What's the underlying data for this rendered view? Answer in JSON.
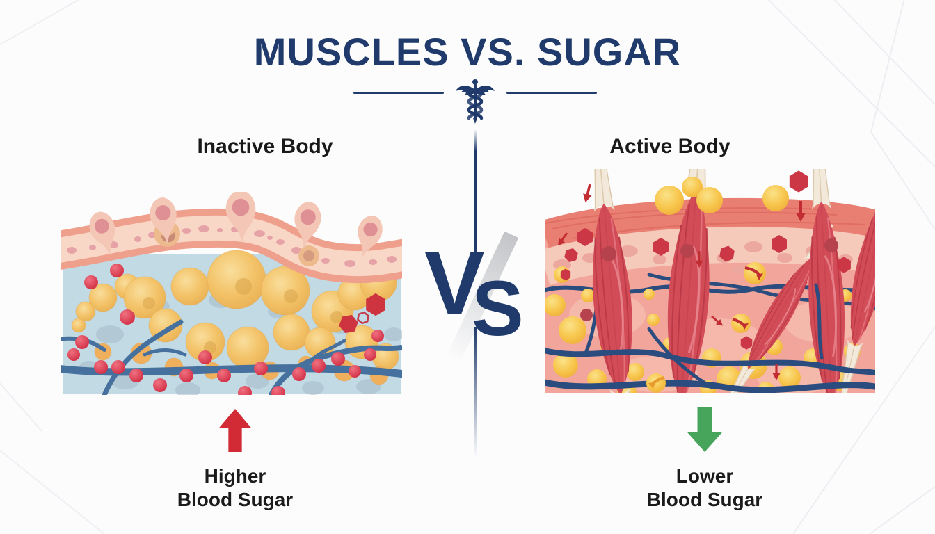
{
  "header": {
    "title": "MUSCLES VS. SUGAR"
  },
  "divider": {
    "v": "V",
    "s": "S"
  },
  "left_panel": {
    "heading": "Inactive Body",
    "footer_line1": "Higher",
    "footer_line2": "Blood Sugar"
  },
  "right_panel": {
    "heading": "Active Body",
    "footer_line1": "Lower",
    "footer_line2": "Blood Sugar"
  },
  "icons": {
    "caduceus": "caduceus-icon",
    "left_footer_arrow": "up-arrow-icon",
    "right_footer_arrow": "down-arrow-icon"
  },
  "colors": {
    "accent_navy": "#1F3A6B",
    "higher_arrow_red": "#D22B35",
    "lower_arrow_green": "#47A45B",
    "fat_cell_yellow": "#F2BE62",
    "sugar_dot_red": "#D73448",
    "vessel_blue": "#3D6699",
    "dermis_blue": "#C2DAE4",
    "skin_pink": "#EFA08D",
    "muscle_red": "#D24C57",
    "tendon_cream": "#F3E9DB",
    "glucose_ball_yellow": "#F7C54B",
    "tissue_pink": "#F2A69B"
  }
}
